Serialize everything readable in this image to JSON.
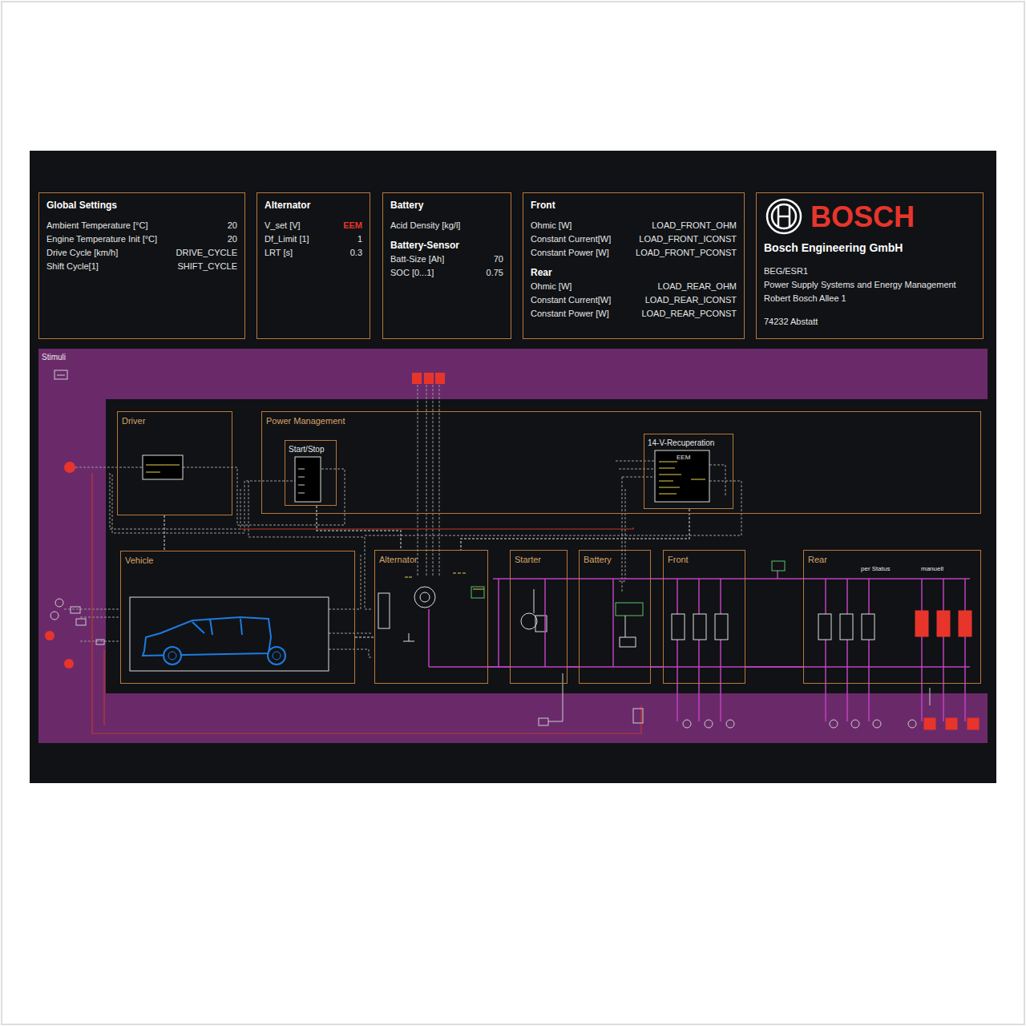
{
  "diagram": {
    "nodes": [
      {
        "text": [
          "Global Settings",
          "Ambient Temperature [°C]",
          "20",
          "Engine Temperature Init [°C]",
          "20",
          "Drive Cycle [km/h]",
          "DRIVE_CYCLE",
          "Shift Cycle[1]",
          "SHIFT_CYCLE"
        ]
      },
      {
        "text": [
          "Alternator",
          "V_set [V]",
          "EEM",
          "Df_Limit [1]",
          "1",
          "LRT [s]",
          "0.3"
        ]
      },
      {
        "text": [
          "Battery",
          "Acid Density [kg/l]",
          "Battery-Sensor",
          "Batt-Size [Ah]",
          "70",
          "SOC [0...1]",
          "0.75"
        ]
      },
      {
        "text": [
          "Front",
          "Ohmic [W]",
          "LOAD_FRONT_OHM",
          "Constant Current[W]",
          "LOAD_FRONT_ICONST",
          "Constant Power [W]",
          "LOAD_FRONT_PCONST",
          "Rear",
          "Ohmic [W]",
          "LOAD_REAR_OHM",
          "Constant Current[W]",
          "LOAD_REAR_ICONST",
          "Constant Power [W]",
          "LOAD_REAR_PCONST"
        ]
      },
      {
        "text": [
          "BOSCH",
          "Bosch Engineering GmbH",
          "BEG/ESR1",
          "Power Supply Systems and Energy Management",
          "Robert Bosch Allee 1",
          "74232 Abstatt"
        ]
      },
      {
        "text": [
          "Stimuli"
        ]
      },
      {
        "text": [
          "Driver"
        ],
        "in": 5
      },
      {
        "text": [
          "Power Management"
        ],
        "in": 5
      },
      {
        "text": [
          "Start/Stop"
        ],
        "in": 7
      },
      {
        "text": [
          "14-V-Recuperation"
        ],
        "in": 7
      },
      {
        "text": [
          "Vehicle"
        ],
        "in": 5
      },
      {
        "text": [
          "Alternator"
        ],
        "in": 5
      },
      {
        "text": [
          "Starter"
        ],
        "in": 5
      },
      {
        "text": [
          "Battery"
        ],
        "in": 5
      },
      {
        "text": [
          "Front"
        ],
        "in": 5
      },
      {
        "text": [
          "Rear"
        ],
        "in": 5
      }
    ],
    "edges": [
      {
        "from": 6,
        "to": 10,
        "arrow": "none"
      },
      {
        "from": 8,
        "to": 11,
        "arrow": "none"
      },
      {
        "from": 9,
        "to": 11,
        "arrow": "none"
      },
      {
        "from": 10,
        "to": 11,
        "arrow": "none"
      },
      {
        "from": 11,
        "to": 12,
        "arrow": "none"
      },
      {
        "from": 12,
        "to": 13,
        "arrow": "none"
      },
      {
        "from": 13,
        "to": 14,
        "arrow": "none"
      },
      {
        "from": 14,
        "to": 15,
        "arrow": "none"
      }
    ],
    "labels": [
      "EEM",
      "per Status",
      "manuell"
    ]
  }
}
